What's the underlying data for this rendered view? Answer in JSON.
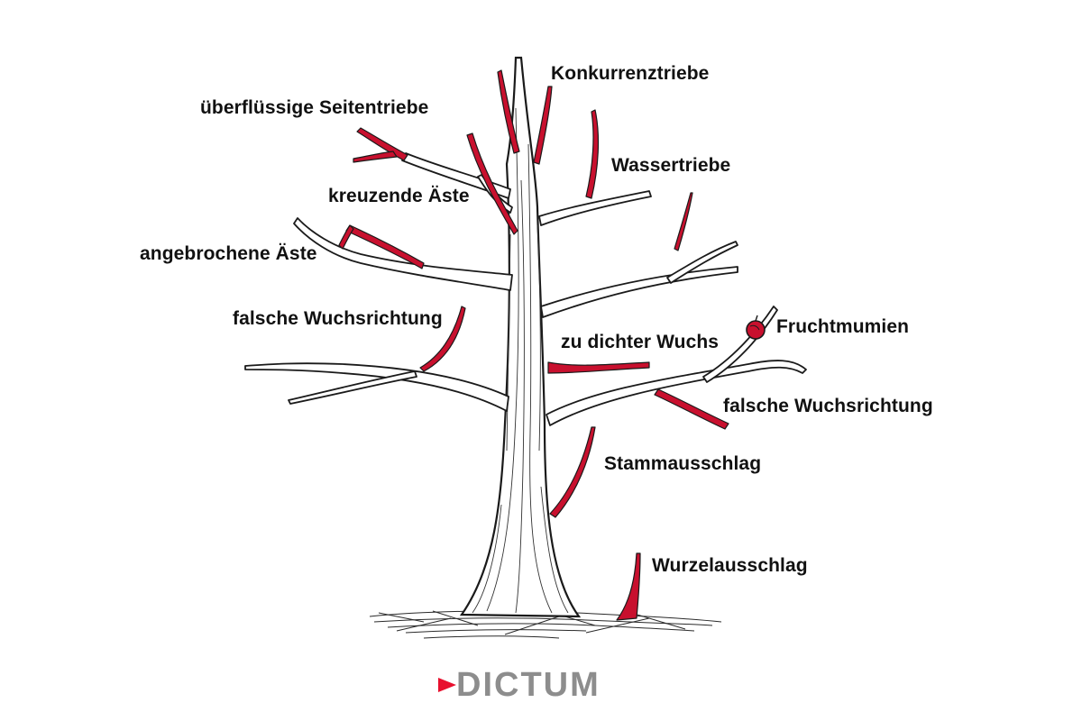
{
  "colors": {
    "ink": "#1a1a1a",
    "mark_red": "#c8102e",
    "logo_grey": "#8d8d8d",
    "logo_accent": "#e8102e"
  },
  "labels": {
    "konkurrenztriebe": "Konkurrenztriebe",
    "ueberfluessige_seitentriebe": "überflüssige Seitentriebe",
    "wassertriebe": "Wassertriebe",
    "kreuzende_aeste": "kreuzende Äste",
    "angebrochene_aeste": "angebrochene Äste",
    "falsche_wuchsrichtung_left": "falsche Wuchsrichtung",
    "fruchtmumien": "Fruchtmumien",
    "zu_dichter_wuchs": "zu dichter Wuchs",
    "falsche_wuchsrichtung_right": "falsche Wuchsrichtung",
    "stammausschlag": "Stammausschlag",
    "wurzelausschlag": "Wurzelausschlag"
  },
  "logo": {
    "text": "DICTUM"
  }
}
